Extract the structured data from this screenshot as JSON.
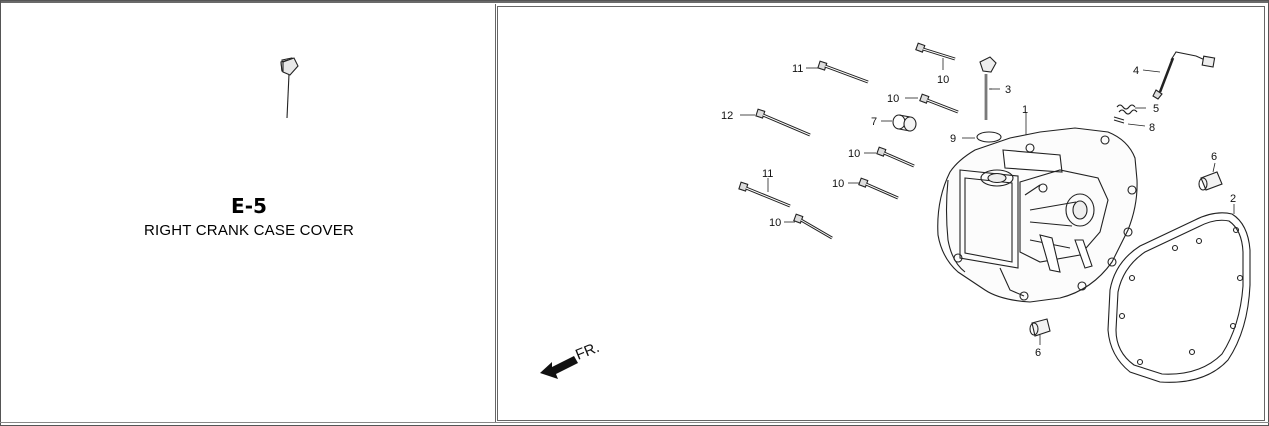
{
  "section": {
    "code": "E-5",
    "title": "RIGHT CRANK CASE COVER"
  },
  "diagram": {
    "front_marker": "FR.",
    "callouts": {
      "c1": "1",
      "c2": "2",
      "c3": "3",
      "c4": "4",
      "c5": "5",
      "c6a": "6",
      "c6b": "6",
      "c7": "7",
      "c8": "8",
      "c9": "9",
      "c10a": "10",
      "c10b": "10",
      "c10c": "10",
      "c10d": "10",
      "c10e": "10",
      "c11a": "11",
      "c11b": "11",
      "c12": "12"
    }
  }
}
